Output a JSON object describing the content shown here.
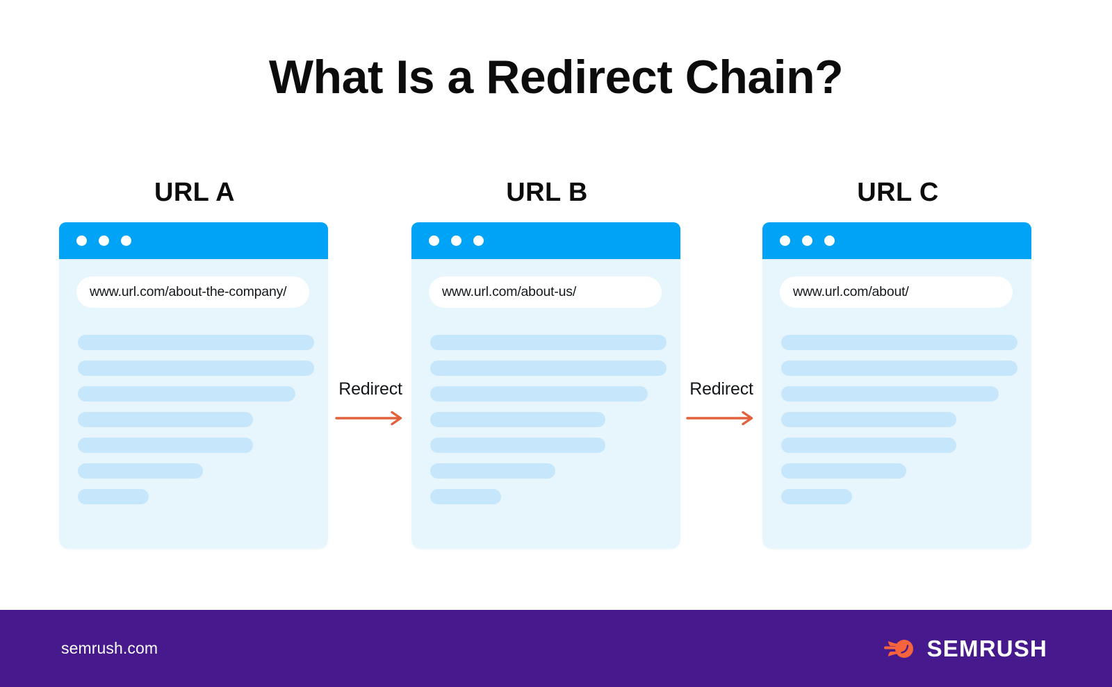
{
  "page": {
    "title": "What Is a Redirect Chain?",
    "background_color": "#FFFFFF",
    "title_color": "#0C0C0C"
  },
  "theme": {
    "browser_titlebar_color": "#00A3F5",
    "card_background_color": "#E7F5FD",
    "content_line_color": "#C6E7FB",
    "url_bar_color": "#FFFFFF",
    "arrow_color": "#E2613C",
    "footer_background_color": "#461A8C",
    "brand_icon_color": "#F5643C",
    "footer_text_color": "#FFFFFF"
  },
  "diagram": {
    "type": "redirect-chain",
    "cards": [
      {
        "label": "URL A",
        "url": "www.url.com/about-the-company/",
        "window_dots": [
          "dot-1",
          "dot-2",
          "dot-3"
        ],
        "content_line_widths": [
          "100%",
          "100%",
          "92%",
          "74%",
          "74%",
          "53%",
          "30%"
        ]
      },
      {
        "label": "URL B",
        "url": "www.url.com/about-us/",
        "window_dots": [
          "dot-1",
          "dot-2",
          "dot-3"
        ],
        "content_line_widths": [
          "100%",
          "100%",
          "92%",
          "74%",
          "74%",
          "53%",
          "30%"
        ]
      },
      {
        "label": "URL C",
        "url": "www.url.com/about/",
        "window_dots": [
          "dot-1",
          "dot-2",
          "dot-3"
        ],
        "content_line_widths": [
          "100%",
          "100%",
          "92%",
          "74%",
          "74%",
          "53%",
          "30%"
        ]
      }
    ],
    "connectors": [
      {
        "label": "Redirect",
        "icon": "arrow-right-icon"
      },
      {
        "label": "Redirect",
        "icon": "arrow-right-icon"
      }
    ]
  },
  "footer": {
    "site": "semrush.com",
    "brand_name": "SEMRUSH",
    "brand_icon": "semrush-comet-icon"
  }
}
